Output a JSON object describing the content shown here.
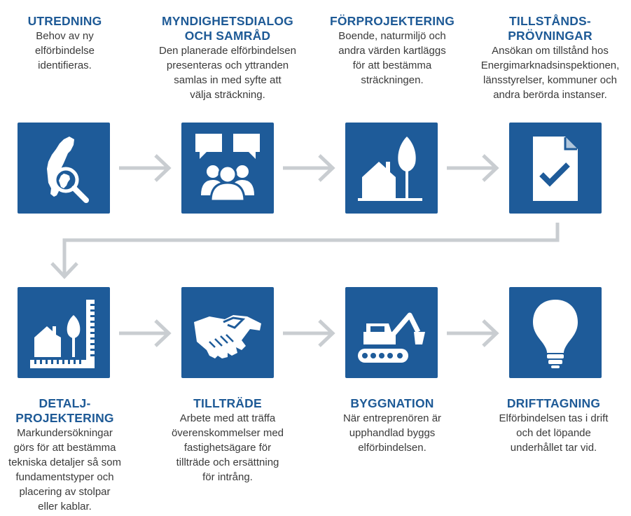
{
  "steps": [
    {
      "id": "utredning",
      "icon": "sweden-magnifier-icon",
      "title": "UTREDNING",
      "desc": [
        "Behov av ny",
        "elförbindelse",
        "identifieras."
      ]
    },
    {
      "id": "myndighetsdialog",
      "icon": "people-speech-icon",
      "title": [
        "MYNDIGHETSDIALOG",
        "OCH SAMRÅD"
      ],
      "desc": [
        "Den planerade elförbindelsen",
        "presenteras och yttranden",
        "samlas in med syfte att",
        "välja sträckning."
      ]
    },
    {
      "id": "forprojektering",
      "icon": "house-tree-icon",
      "title": "FÖRPROJEKTERING",
      "desc": [
        "Boende, naturmiljö och",
        "andra värden kartläggs",
        "för att bestämma",
        "sträckningen."
      ]
    },
    {
      "id": "tillstandsprovningar",
      "icon": "document-check-icon",
      "title": [
        "TILLSTÅNDS-",
        "PRÖVNINGAR"
      ],
      "desc": [
        "Ansökan om tillstånd hos",
        "Energimarknadsinspektionen,",
        "länsstyrelser, kommuner och",
        "andra berörda instanser."
      ]
    },
    {
      "id": "detaljprojektering",
      "icon": "house-tree-ruler-icon",
      "title": [
        "DETALJ-",
        "PROJEKTERING"
      ],
      "desc": [
        "Markundersökningar",
        "görs för att bestämma",
        "tekniska detaljer så som",
        "fundamentstyper och",
        "placering av stolpar",
        "eller kablar."
      ]
    },
    {
      "id": "tilltrade",
      "icon": "handshake-icon",
      "title": "TILLTRÄDE",
      "desc": [
        "Arbete med att träffa",
        "överenskommelser med",
        "fastighetsägare för",
        "tillträde och ersättning",
        "för intrång."
      ]
    },
    {
      "id": "byggnation",
      "icon": "excavator-icon",
      "title": "BYGGNATION",
      "desc": [
        "När entreprenören är",
        "upphandlad byggs",
        "elförbindelsen."
      ]
    },
    {
      "id": "drifttagning",
      "icon": "lightbulb-icon",
      "title": "DRIFTTAGNING",
      "desc": [
        "Elförbindelsen tas i drift",
        "och det löpande",
        "underhållet tar vid."
      ]
    }
  ],
  "colors": {
    "box": "#1e5b99",
    "title": "#1e5a96",
    "text": "#3a3a3a",
    "arrow": "#c9cdd1"
  }
}
